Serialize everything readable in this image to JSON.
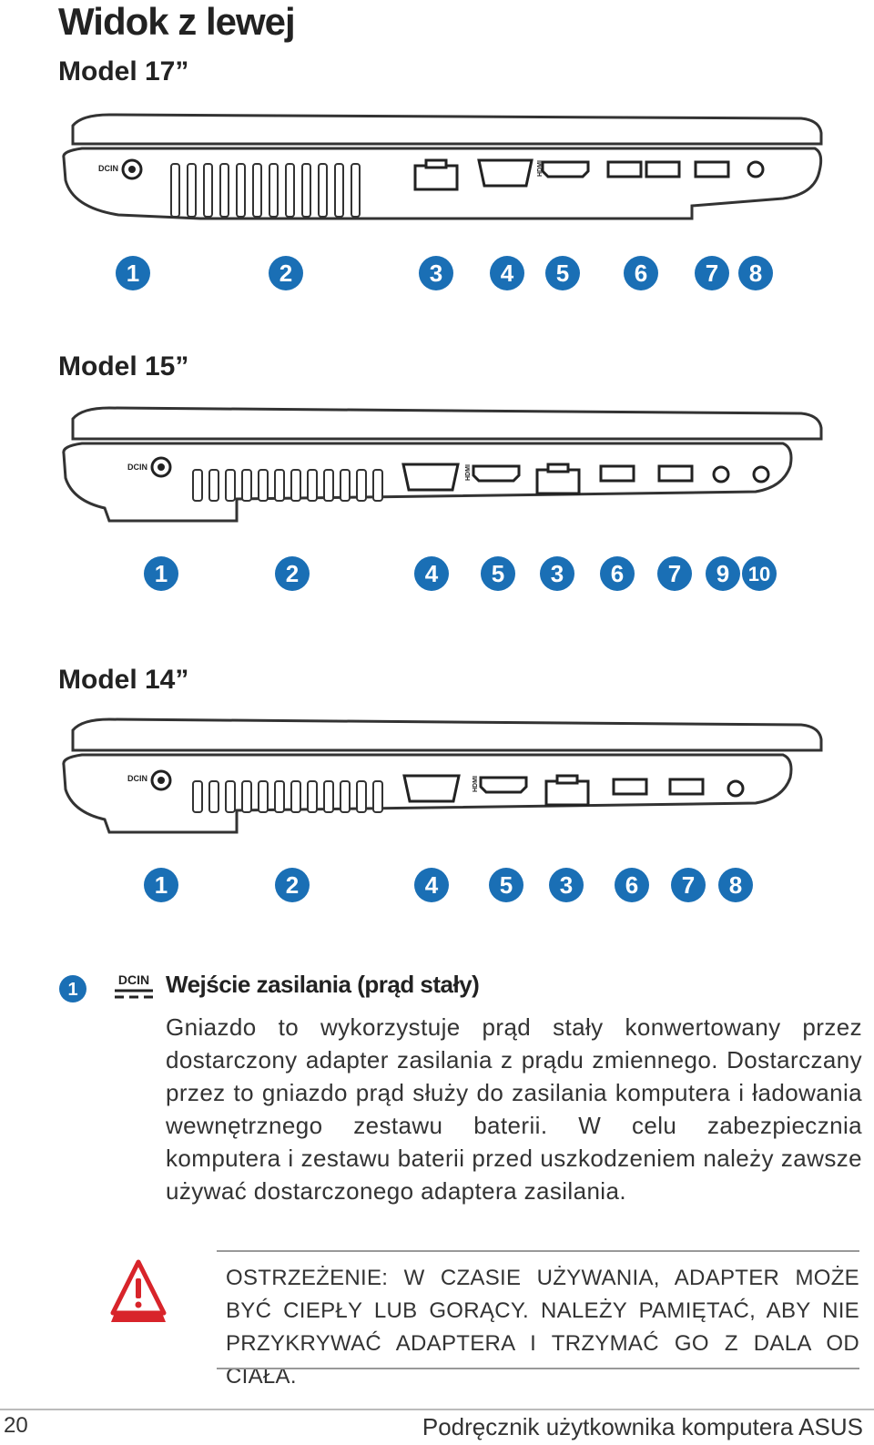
{
  "page": {
    "title": "Widok z lewej",
    "page_number": "20",
    "footer_title": "Podręcznik użytkownika komputera ASUS"
  },
  "models": [
    {
      "label": "Model  17”",
      "port_icons": [
        "DCIN",
        "HDMI"
      ],
      "callouts": [
        "1",
        "2",
        "3",
        "4",
        "5",
        "6",
        "7",
        "8"
      ]
    },
    {
      "label": "Model  15”",
      "port_icons": [
        "DCIN",
        "HDMI"
      ],
      "callouts": [
        "1",
        "2",
        "4",
        "5",
        "3",
        "6",
        "7",
        "9",
        "10"
      ]
    },
    {
      "label": "Model  14”",
      "port_icons": [
        "DCIN",
        "HDMI"
      ],
      "callouts": [
        "1",
        "2",
        "4",
        "5",
        "3",
        "6",
        "7",
        "8"
      ]
    }
  ],
  "section": {
    "badge": "1",
    "icon": "DCIN",
    "title": "Wejście zasilania (prąd stały)",
    "paragraph": "Gniazdo to wykorzystuje prąd stały konwertowany przez dostarczony adapter zasilania z prądu zmiennego. Dostarczany przez to gniazdo prąd służy do zasilania komputera i ładowania wewnętrznego zestawu baterii. W celu zabezpiecznia komputera i zestawu baterii przed uszkodzeniem należy zawsze używać dostarczonego adaptera zasilania.",
    "warning": "OSTRZEŻENIE: W CZASIE UŻYWANIA, ADAPTER MOŻE BYĆ CIEPŁY LUB GORĄCY. NALEŻY PAMIĘTAĆ, ABY NIE PRZYKRYWAĆ ADAPTERA I TRZYMAĆ GO Z DALA OD CIAŁA."
  },
  "colors": {
    "badge": "#1a6fb5",
    "warning_icon": "#d8242a"
  }
}
